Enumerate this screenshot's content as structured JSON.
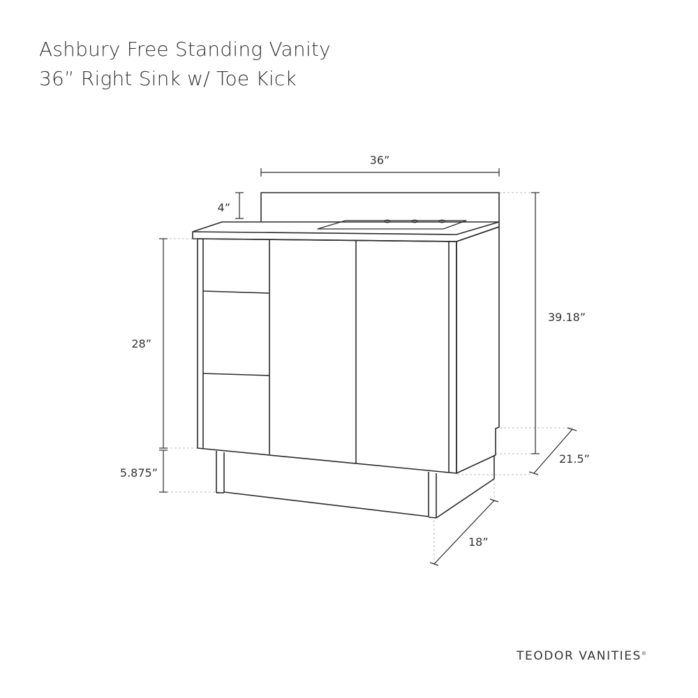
{
  "title": {
    "line1": "Ashbury Free Standing Vanity",
    "line2": "36” Right Sink w/ Toe Kick"
  },
  "dimensions": {
    "width": "36”",
    "backsplash": "4”",
    "cabinet_height": "28”",
    "total_height": "39.18”",
    "toe_kick": "5.875”",
    "top_depth": "21.5”",
    "base_depth": "18”"
  },
  "brand": {
    "name": "TEODOR VANITIES",
    "mark": "®"
  },
  "colors": {
    "line": "#2a2a2a",
    "guide": "#bbbbbb"
  }
}
